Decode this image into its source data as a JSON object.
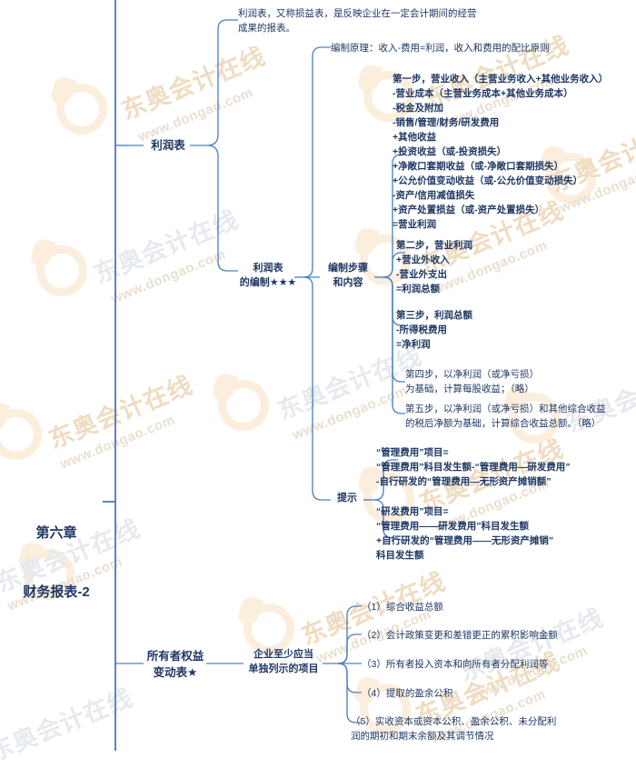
{
  "doc": {
    "type": "mindmap",
    "title": "第六章\n财务报表-2",
    "accent_line_color": "#4f81bd",
    "text_color": "#1f3864",
    "watermark_color": "#efdcc2"
  },
  "center": {
    "line1": "第六章",
    "line2": "财务报表-2"
  },
  "branches": {
    "income_statement": {
      "label": "利润表",
      "definition": "利润表，又称损益表，是反映企业在一定会计期间的经营\n成果的报表。",
      "preparation": {
        "label": "利润表\n的编制★★★",
        "principle": "编制原理：收入-费用=利润，收入和费用的配比原则",
        "steps_label": "编制步骤\n和内容",
        "steps": [
          {
            "name": "step-1",
            "text": "第一步，营业收入（主营业务收入+其他业务收入）\n         -营业成本（主营业务成本+其他业务成本）\n         -税金及附加\n         -销售/管理/财务/研发费用\n         +其他收益\n         +投资收益（或-投资损失）\n         +净敞口套期收益（或-净敞口套期损失）\n         +公允价值变动收益（或-公允价值变动损失）\n         -资产/信用减值损失\n         +资产处置损益（或-资产处置损失）\n         =营业利润"
          },
          {
            "name": "step-2",
            "text": "第二步，营业利润\n            +营业外收入\n            -营业外支出\n            =利润总额"
          },
          {
            "name": "step-3",
            "text": "第三步，利润总额\n            -所得税费用\n            =净利润"
          },
          {
            "name": "step-4",
            "text": "第四步，以净利润（或净亏损）\n为基础，计算每股收益；（略）"
          },
          {
            "name": "step-5",
            "text": "第五步，以净利润（或净亏损）和其他综合收益\n的税后净额为基础，计算综合收益总额。（略）"
          }
        ],
        "tips_label": "提示",
        "tips": [
          {
            "name": "tip-admin-expense",
            "text": "     “管理费用”项目=\n“管理费用”科目发生额-“管理费用—研发费用”\n  -自行研发的“管理费用—无形资产摊销额”"
          },
          {
            "name": "tip-rd-expense",
            "text": "   “研发费用”项目=\n “管理费用——研发费用”科目发生额\n  +自行研发的“管理费用——无形资产摊销”\n科目发生额"
          }
        ]
      }
    },
    "equity_statement": {
      "label": "所有者权益\n变动表★",
      "items_label": "企业至少应当\n单独列示的项目",
      "items": [
        "（1）综合收益总额",
        "（2）会计政策变更和差错更正的累积影响金额",
        "（3）所有者投入资本和向所有者分配利润等",
        "（4）提取的盈余公积",
        "（5）实收资本或资本公积、盈余公积、未分配利\n润的期初和期末余额及其调节情况"
      ]
    }
  },
  "watermarks": {
    "brand_cn": "东奥会计在线",
    "brand_url": "www.dongao.com"
  }
}
